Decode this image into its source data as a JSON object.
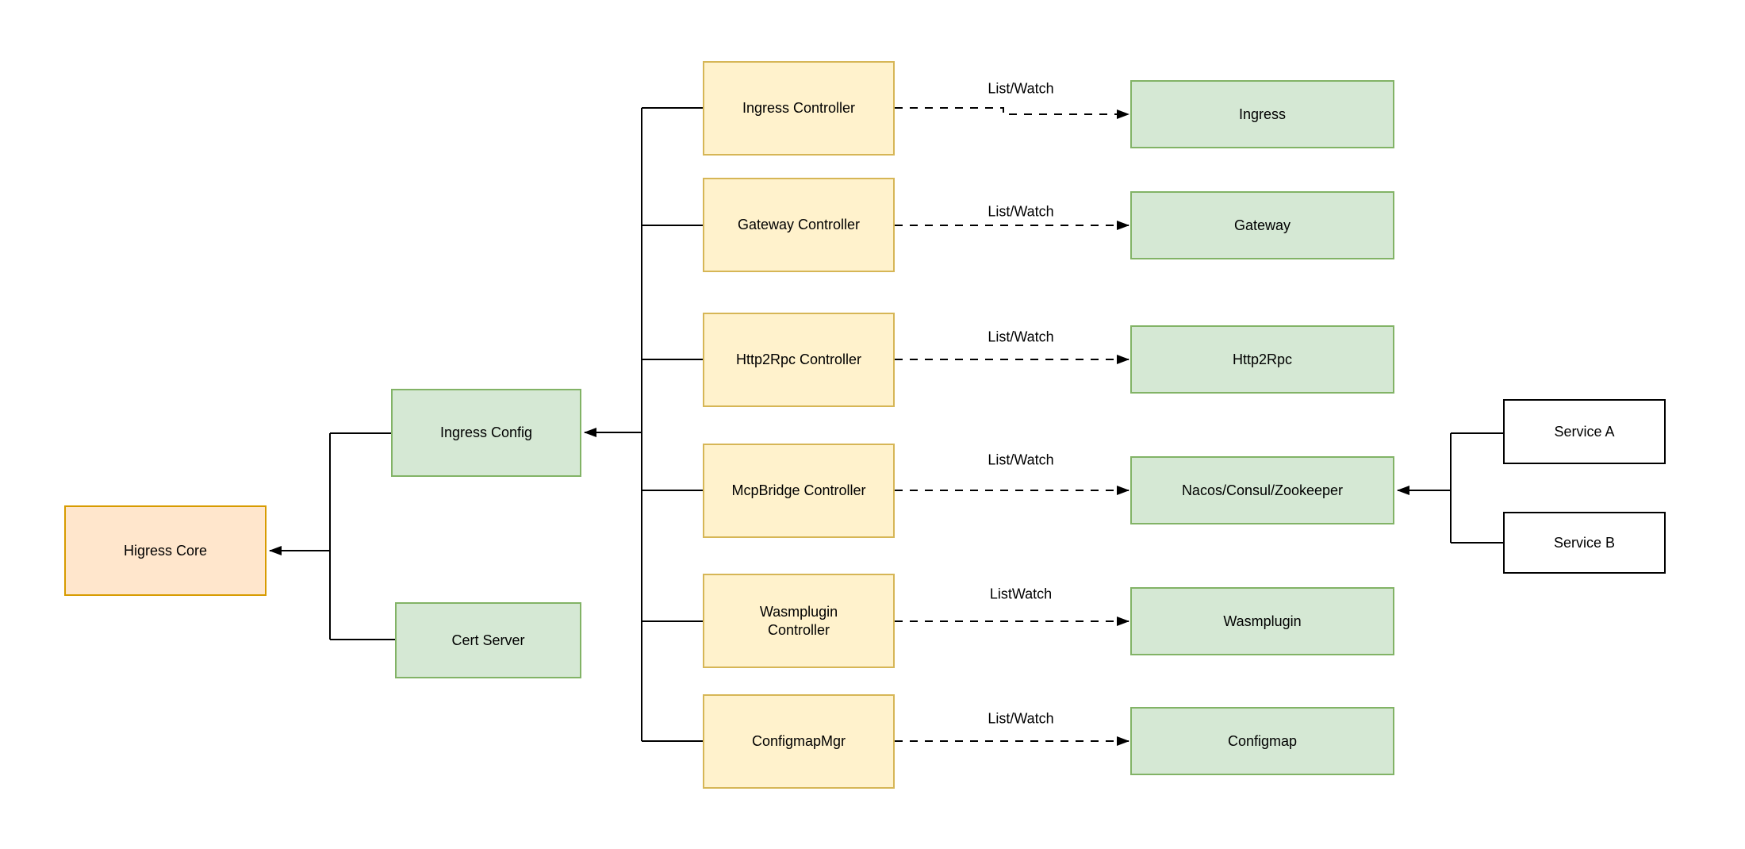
{
  "diagram": {
    "title": "Higress architecture diagram",
    "colors": {
      "core_fill": "#FFE6CC",
      "core_border": "#D79B00",
      "green_fill": "#D5E8D4",
      "green_border": "#82B366",
      "controller_fill": "#FFF2CC",
      "controller_border": "#D6B656",
      "service_fill": "#FFFFFF",
      "service_border": "#000000",
      "line": "#000000",
      "background": "#FFFFFF"
    },
    "left": {
      "core": "Higress Core",
      "config": "Ingress Config",
      "cert": "Cert Server"
    },
    "rows": [
      {
        "controller": "Ingress Controller",
        "edge_label": "List/Watch",
        "resource": "Ingress"
      },
      {
        "controller": "Gateway Controller",
        "edge_label": "List/Watch",
        "resource": "Gateway"
      },
      {
        "controller": "Http2Rpc Controller",
        "edge_label": "List/Watch",
        "resource": "Http2Rpc"
      },
      {
        "controller": "McpBridge Controller",
        "edge_label": "List/Watch",
        "resource": "Nacos/Consul/Zookeeper"
      },
      {
        "controller": "Wasmplugin Controller",
        "edge_label": "ListWatch",
        "resource": "Wasmplugin"
      },
      {
        "controller": "ConfigmapMgr",
        "edge_label": "List/Watch",
        "resource": "Configmap"
      }
    ],
    "services": [
      "Service A",
      "Service B"
    ],
    "edges": [
      {
        "from": "Ingress Config",
        "to": "Higress Core",
        "type": "solid-arrow"
      },
      {
        "from": "Cert Server",
        "to": "Higress Core",
        "type": "solid-arrow"
      },
      {
        "from": "Controllers trunk",
        "to": "Ingress Config",
        "type": "solid-arrow"
      },
      {
        "from": "Ingress Controller",
        "to": "Ingress",
        "type": "dashed-arrow",
        "label": "List/Watch"
      },
      {
        "from": "Gateway Controller",
        "to": "Gateway",
        "type": "dashed-arrow",
        "label": "List/Watch"
      },
      {
        "from": "Http2Rpc Controller",
        "to": "Http2Rpc",
        "type": "dashed-arrow",
        "label": "List/Watch"
      },
      {
        "from": "McpBridge Controller",
        "to": "Nacos/Consul/Zookeeper",
        "type": "dashed-arrow",
        "label": "List/Watch"
      },
      {
        "from": "Wasmplugin Controller",
        "to": "Wasmplugin",
        "type": "dashed-arrow",
        "label": "ListWatch"
      },
      {
        "from": "ConfigmapMgr",
        "to": "Configmap",
        "type": "dashed-arrow",
        "label": "List/Watch"
      },
      {
        "from": "Service A",
        "to": "Nacos/Consul/Zookeeper",
        "type": "solid-arrow"
      },
      {
        "from": "Service B",
        "to": "Nacos/Consul/Zookeeper",
        "type": "solid-arrow"
      }
    ]
  }
}
